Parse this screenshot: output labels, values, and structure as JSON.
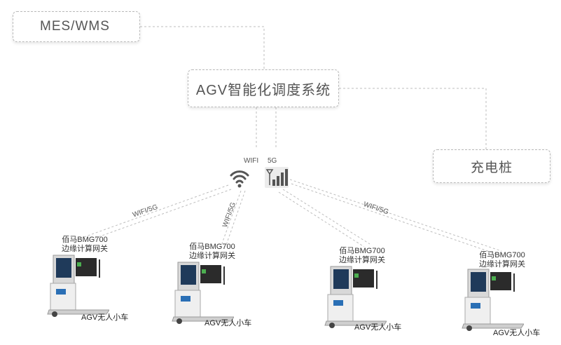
{
  "nodes": {
    "mes": "MES/WMS",
    "scheduler": "AGV智能化调度系统",
    "charger": "充电桩"
  },
  "icons": {
    "wifi": "wifi-icon",
    "cellular": "cellular-5g-icon"
  },
  "labels": {
    "wifi": "WIFI",
    "five_g": "5G",
    "link_left": "WIFI/5G",
    "link_left2": "WIFI/5G",
    "link_right": "WIFI/5G"
  },
  "vehicles": [
    {
      "gateway": [
        "佰马BMG700",
        "边缘计算网关"
      ],
      "name": "AGV无人小车"
    },
    {
      "gateway": [
        "佰马BMG700",
        "边缘计算网关"
      ],
      "name": "AGV无人小车"
    },
    {
      "gateway": [
        "佰马BMG700",
        "边缘计算网关"
      ],
      "name": "AGV无人小车"
    },
    {
      "gateway": [
        "佰马BMG700",
        "边缘计算网关"
      ],
      "name": "AGV无人小车"
    }
  ],
  "colors": {
    "dashed_line": "#b9b9b9",
    "agv_body": "#e8e8e8",
    "gateway": "#2b2b2b",
    "screen": "#1f3a5a"
  }
}
